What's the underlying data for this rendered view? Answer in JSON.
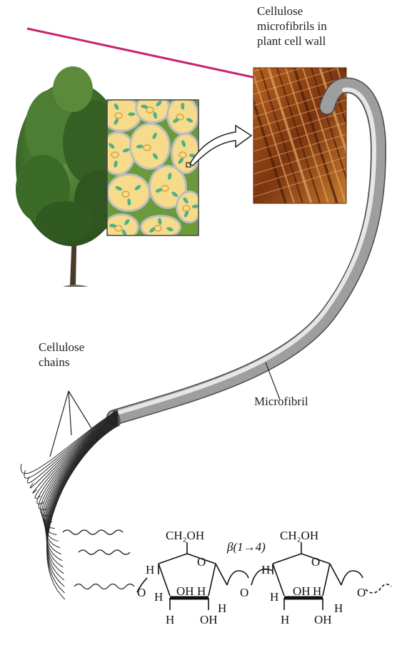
{
  "labels": {
    "microfibrils": "Cellulose\nmicrofibrils in\nplant cell wall",
    "chains": "Cellulose\nchains",
    "microfibril": "Microfibril"
  },
  "chem": {
    "ch2oh_ring1": "CH₂OH",
    "ch2oh_ring2": "CH₂OH",
    "linkage": "β(1→4)",
    "o_ring1": "O",
    "o_ring2": "O",
    "o_bridge1": "O",
    "o_bridge2": "O",
    "o_bridge3": "O",
    "h": "H",
    "oh": "OH"
  },
  "colors": {
    "arrow_magenta": "#c8246e",
    "cell_yellow": "#f6dc8a",
    "cell_wall_green": "#7ab648",
    "micrograph_brown": "#8a3f12",
    "microfibril_gray": "#a9a9a9",
    "tree_green": "#3f6e2a"
  }
}
